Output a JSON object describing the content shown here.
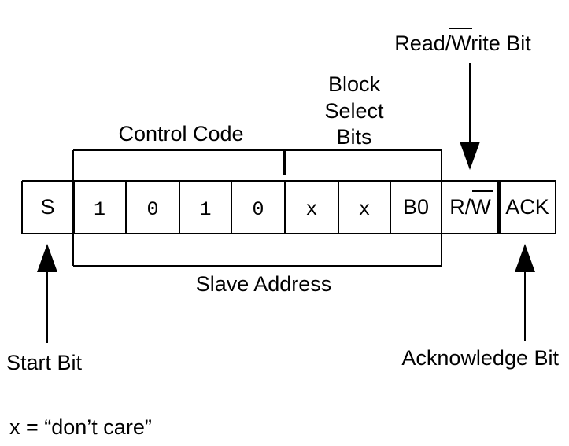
{
  "labels": {
    "read_write_bit": "Read/Write Bit",
    "read_write_prefix": "Read/",
    "read_write_overline_part": "W",
    "read_write_suffix": "rite Bit",
    "block_select_line1": "Block",
    "block_select_line2": "Select",
    "block_select_line3": "Bits",
    "control_code": "Control Code",
    "slave_address": "Slave Address",
    "start_bit": "Start Bit",
    "acknowledge_bit": "Acknowledge Bit"
  },
  "cells": [
    {
      "text": "S",
      "font": "sans"
    },
    {
      "text": "1",
      "font": "mono"
    },
    {
      "text": "0",
      "font": "mono"
    },
    {
      "text": "1",
      "font": "mono"
    },
    {
      "text": "0",
      "font": "mono"
    },
    {
      "text": "x",
      "font": "mono"
    },
    {
      "text": "x",
      "font": "mono"
    },
    {
      "text": "B0",
      "font": "sans"
    },
    {
      "text": "R/",
      "overline_text": "W",
      "font": "sans"
    },
    {
      "text": "ACK",
      "font": "sans"
    }
  ],
  "note": "x = “don’t care”"
}
